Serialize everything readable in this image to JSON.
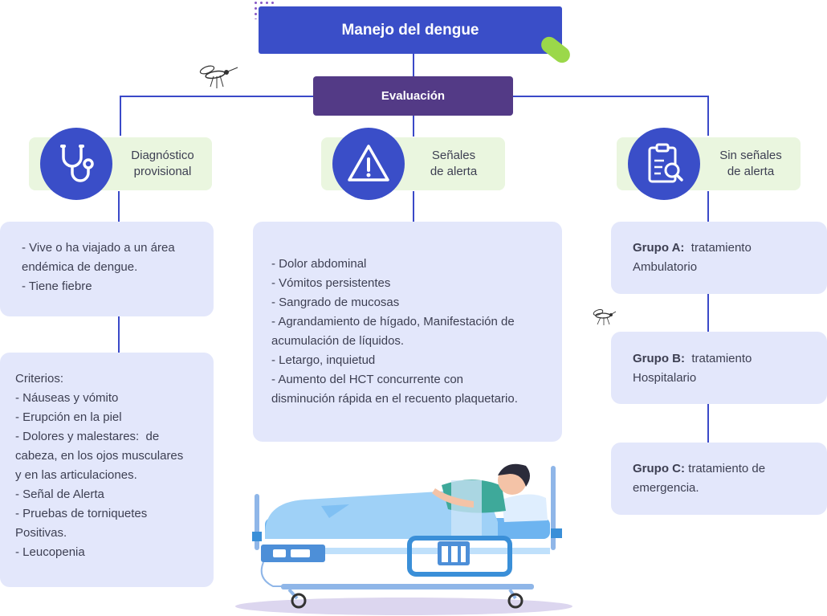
{
  "header": {
    "title": "Manejo del dengue"
  },
  "evaluation": {
    "label": "Evaluación"
  },
  "categories": [
    {
      "label_line1": "Diagnóstico",
      "label_line2": "provisional",
      "icon": "stethoscope-icon"
    },
    {
      "label_line1": "Señales",
      "label_line2": "de alerta",
      "icon": "warning-icon"
    },
    {
      "label_line1": "Sin señales",
      "label_line2": "de alerta",
      "icon": "clipboard-search-icon"
    }
  ],
  "diagnostico": {
    "card1": [
      "- Vive o ha viajado a un área",
      "endémica de dengue.",
      "- Tiene fiebre"
    ],
    "card2": [
      "Criterios:",
      "- Náuseas y vómito",
      "- Erupción en la piel",
      "- Dolores y malestares:  de",
      "cabeza, en los ojos musculares",
      "y en las articulaciones.",
      "- Señal de Alerta",
      "- Pruebas de torniquetes",
      "Positivas.",
      "- Leucopenia"
    ]
  },
  "senales": {
    "lines": [
      "- Dolor abdominal",
      "- Vómitos persistentes",
      "- Sangrado de mucosas",
      "- Agrandamiento de hígado, Manifestación de",
      "acumulación de líquidos.",
      "- Letargo, inquietud",
      "- Aumento del HCT concurrente con",
      "disminución rápida en el recuento plaquetario."
    ]
  },
  "grupos": [
    {
      "name": "Grupo A:",
      "text_line1": "  tratamiento",
      "text_line2": "Ambulatorio"
    },
    {
      "name": "Grupo B:",
      "text_line1": "  tratamiento",
      "text_line2": "Hospitalario"
    },
    {
      "name": "Grupo C:",
      "text_line1": " tratamiento de",
      "text_line2": "emergencia."
    }
  ],
  "colors": {
    "primary": "#3a4ec8",
    "evaluation": "#533a86",
    "card": "#e3e7fb",
    "category_bg": "#eaf6df",
    "accent": "#9bd84a"
  }
}
